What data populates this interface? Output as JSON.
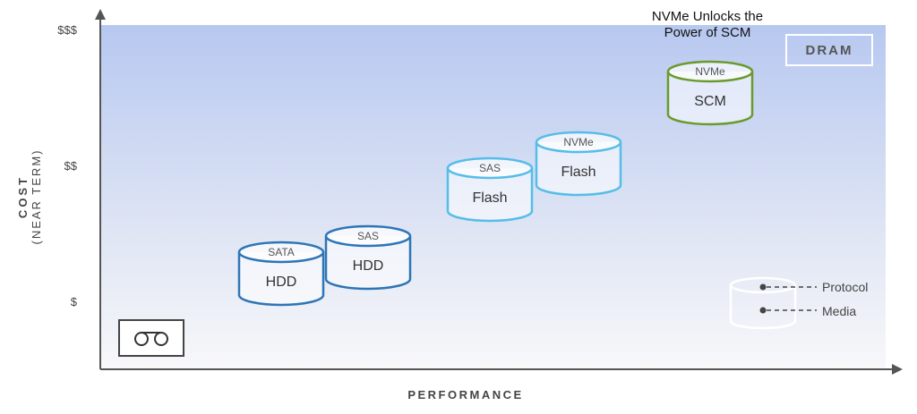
{
  "headline": {
    "line1": "NVMe Unlocks the",
    "line2": "Power of SCM"
  },
  "axes": {
    "y_label": "COST",
    "y_sublabel": "(NEAR TERM)",
    "x_label": "PERFORMANCE",
    "y_ticks": [
      "$$$",
      "$$",
      "$"
    ]
  },
  "dram_label": "DRAM",
  "tape_icon": "tape-cartridge-icon",
  "devices": [
    {
      "protocol": "SATA",
      "media": "HDD",
      "color": "#2e75b6"
    },
    {
      "protocol": "SAS",
      "media": "HDD",
      "color": "#2e75b6"
    },
    {
      "protocol": "SAS",
      "media": "Flash",
      "color": "#56bde8"
    },
    {
      "protocol": "NVMe",
      "media": "Flash",
      "color": "#56bde8"
    },
    {
      "protocol": "NVMe",
      "media": "SCM",
      "color": "#6a9a2c"
    }
  ],
  "legend": {
    "protocol_label": "Protocol",
    "media_label": "Media",
    "color": "#ffffff"
  },
  "colors": {
    "plot_top": "#b9c9ef",
    "plot_bottom": "#f6f7fa",
    "axis": "#555555"
  }
}
